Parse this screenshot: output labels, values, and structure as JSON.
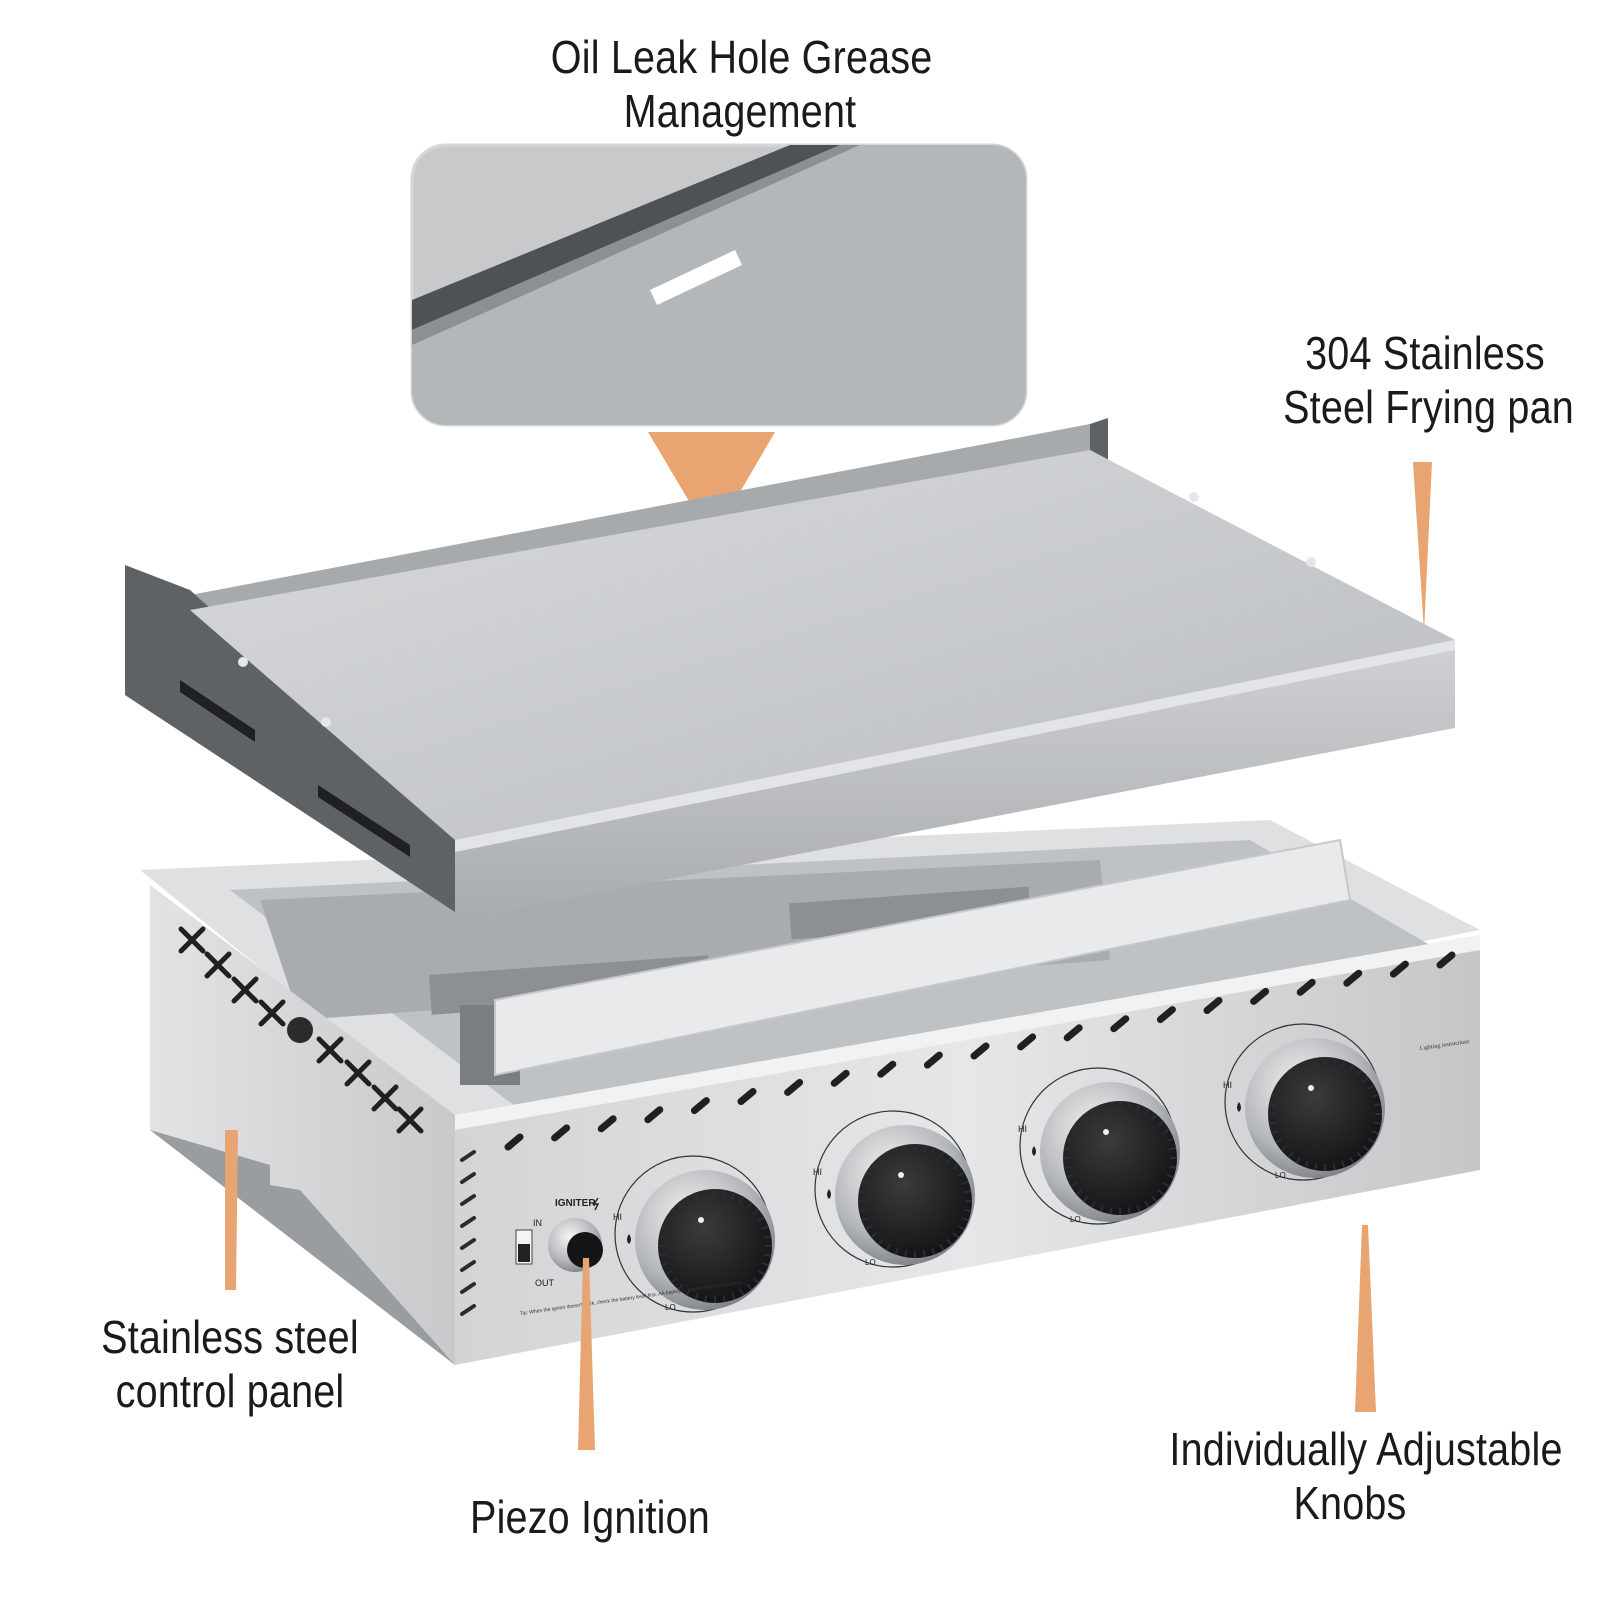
{
  "callouts": {
    "grease": {
      "line1": "Oil Leak Hole Grease",
      "line2": "Management"
    },
    "pan": {
      "line1": "304 Stainless",
      "line2": "Steel Frying pan"
    },
    "panel": {
      "line1": "Stainless steel",
      "line2": "control panel"
    },
    "ignition": {
      "line1": "Piezo Ignition"
    },
    "knobs": {
      "line1": "Individually Adjustable",
      "line2": "Knobs"
    }
  },
  "panel_print": {
    "igniter": "IGNITER",
    "in": "IN",
    "out": "OUT",
    "hi": "HI",
    "lo": "LO",
    "tip": "Tip: When the ignitor doesn't work, check the battery level first. AA battery is supplied by the customer",
    "instructions_title": "Lighting instructions"
  },
  "colors": {
    "accent": "#E8A571",
    "steel_light": "#C9CCCF",
    "steel_dark": "#5F6265",
    "knob": "#1E1F21",
    "text": "#1A1A1A"
  },
  "icons": [
    "flame-icon",
    "droplet-icon"
  ]
}
